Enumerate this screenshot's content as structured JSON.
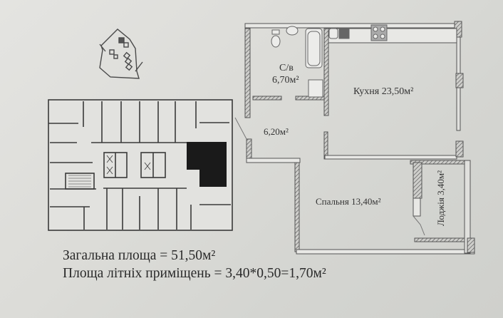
{
  "plan": {
    "rooms": [
      {
        "id": "bathroom",
        "name": "С/в",
        "area": "6,70м²"
      },
      {
        "id": "hallway",
        "name": "",
        "area": "6,20м²"
      },
      {
        "id": "kitchen",
        "name": "Кухня",
        "area": "23,50м²",
        "label": "Кухня 23,50м²"
      },
      {
        "id": "bedroom",
        "name": "Спальня",
        "area": "13,40м²",
        "label": "Спальня 13,40м²"
      },
      {
        "id": "loggia",
        "name": "Лоджія",
        "area": "3,40м²",
        "label": "Лоджія 3,40м²"
      }
    ]
  },
  "summary": {
    "total_area": "Загальна площа = 51,50м²",
    "summer_area": "Площа літніх приміщень = 3,40*0,50=1,70м²"
  },
  "icons": {
    "site_plan": "site-plan-icon",
    "floor_plan": "floor-key-plan",
    "highlight_color": "#1a1a1a",
    "wall_color": "#6e6e6e"
  }
}
